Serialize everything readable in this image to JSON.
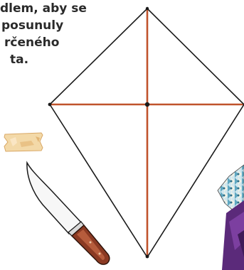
{
  "instruction": {
    "lines": [
      "dlem, aby se",
      "posunuly",
      "rčeného",
      "ta."
    ]
  },
  "diagram": {
    "kite_outline_color": "#1a1a1a",
    "spar_color": "#c0532c"
  },
  "illustrations": {
    "knife": "knife-icon",
    "wood_piece": "wood-piece-icon",
    "fabric": "fabric-icon"
  }
}
